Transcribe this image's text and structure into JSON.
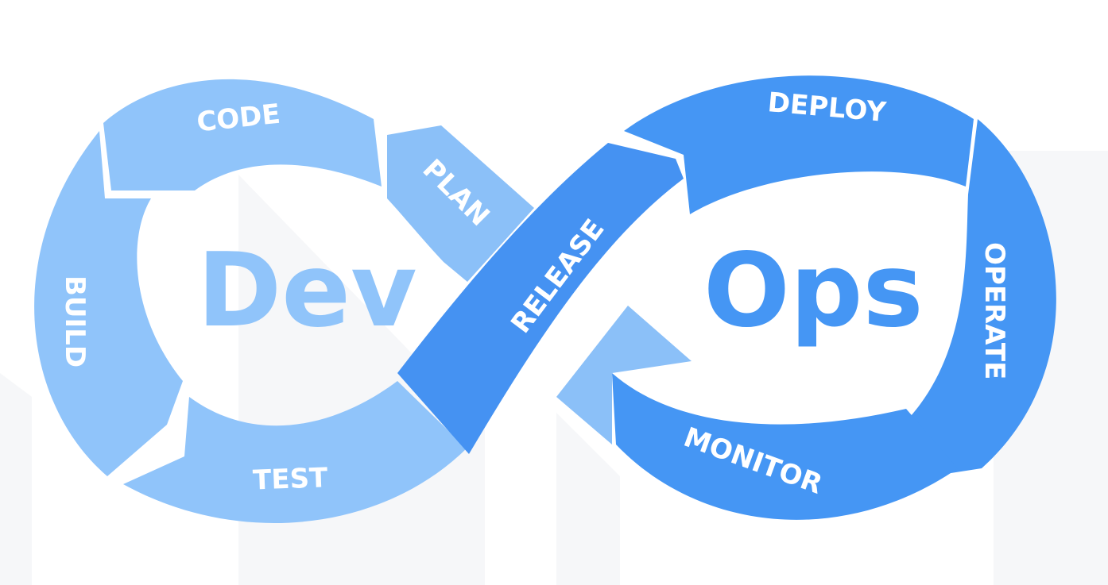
{
  "title": {
    "dev": "Dev",
    "ops": "Ops"
  },
  "stages": {
    "plan": "PLAN",
    "code": "CODE",
    "build": "BUILD",
    "test": "TEST",
    "release": "RELEASE",
    "deploy": "DEPLOY",
    "operate": "OPERATE",
    "monitor": "MONITOR"
  },
  "colors": {
    "dev_light": "#90c4fa",
    "dev_medium": "#8bc0f8",
    "ops_blue": "#4596f4",
    "release_blue": "#4592f2",
    "text_white": "#ffffff",
    "background_shapes": "#f6f7f9"
  }
}
